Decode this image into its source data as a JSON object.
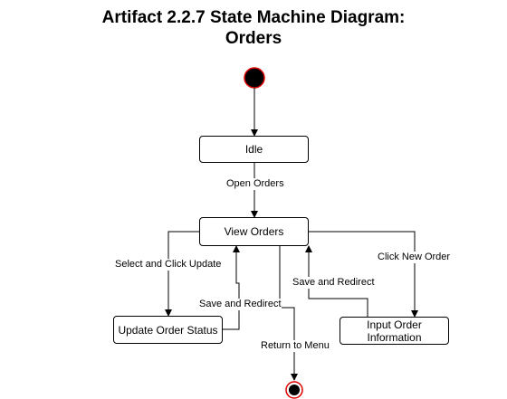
{
  "title": {
    "line1": "Artifact 2.2.7 State Machine Diagram:",
    "line2": "Orders"
  },
  "states": {
    "idle": "Idle",
    "view_orders": "View Orders",
    "update_order_status": "Update Order Status",
    "input_order_information": "Input Order Information"
  },
  "transitions": {
    "open_orders": "Open Orders",
    "select_and_click_update": "Select and Click Update",
    "save_and_redirect_left": "Save and Redirect",
    "save_and_redirect_right": "Save and Redirect",
    "click_new_order": "Click New Order",
    "return_to_menu": "Return to Menu"
  },
  "colors": {
    "initial_fill": "#000000",
    "pseudostate_outline": "#e00000",
    "line": "#000000"
  }
}
